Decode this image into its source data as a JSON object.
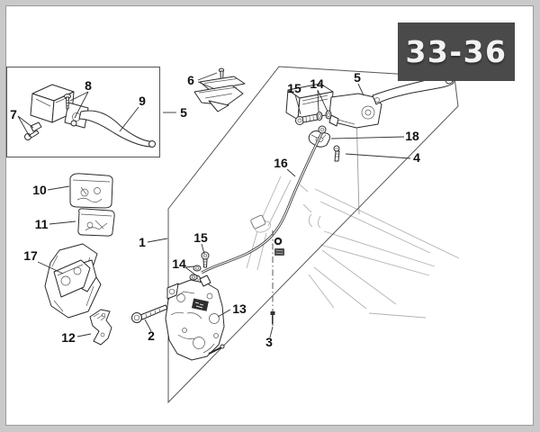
{
  "badge": {
    "text": "33-36"
  },
  "diagram": {
    "type": "exploded-parts-diagram",
    "callouts": [
      {
        "label": "7"
      },
      {
        "label": "8"
      },
      {
        "label": "9"
      },
      {
        "label": "5"
      },
      {
        "label": "6"
      },
      {
        "label": "10"
      },
      {
        "label": "11"
      },
      {
        "label": "17"
      },
      {
        "label": "12"
      },
      {
        "label": "1"
      },
      {
        "label": "2"
      },
      {
        "label": "13"
      },
      {
        "label": "15"
      },
      {
        "label": "14"
      },
      {
        "label": "16"
      },
      {
        "label": "3"
      },
      {
        "label": "15"
      },
      {
        "label": "14"
      },
      {
        "label": "5"
      },
      {
        "label": "18"
      },
      {
        "label": "4"
      }
    ],
    "colors": {
      "badge_bg": "#4a4a4a",
      "badge_text": "#f2f2f2",
      "line": "#2a2a2a",
      "faint_line": "#b3b3b3",
      "frame": "#c9c9c9"
    }
  }
}
